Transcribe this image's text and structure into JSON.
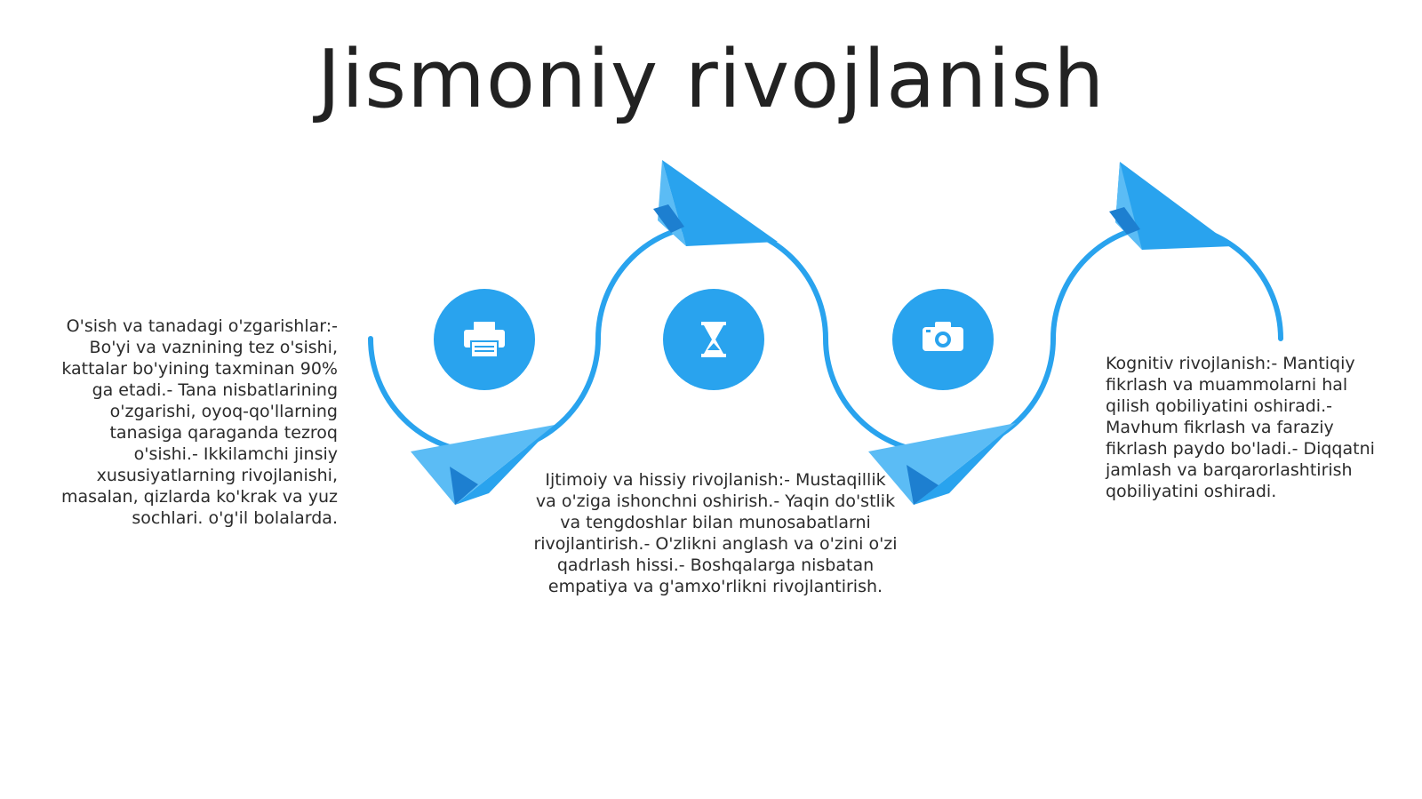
{
  "title": "Jismoniy rivojlanish",
  "colors": {
    "accent": "#29a3ee",
    "accent_dark": "#1d7fd0",
    "accent_light": "#5bbcf5",
    "text": "#2b2b2b"
  },
  "icons": [
    "printer-icon",
    "hourglass-icon",
    "camera-icon"
  ],
  "blocks": {
    "left": "O'sish va tanadagi o'zgarishlar:- Bo'yi va vaznining tez o'sishi, kattalar bo'yining taxminan 90% ga etadi.- Tana nisbatlarining o'zgarishi, oyoq-qo'llarning tanasiga qaraganda tezroq o'sishi.- Ikkilamchi jinsiy xususiyatlarning rivojlanishi, masalan, qizlarda ko'krak va yuz sochlari. o'g'il bolalarda.",
    "center": "Ijtimoiy va hissiy rivojlanish:- Mustaqillik va o'ziga ishonchni oshirish.- Yaqin do'stlik va tengdoshlar bilan munosabatlarni rivojlantirish.- O'zlikni anglash va o'zini o'zi qadrlash hissi.- Boshqalarga nisbatan empatiya va g'amxo'rlikni rivojlantirish.",
    "right": "Kognitiv rivojlanish:- Mantiqiy fikrlash va muammolarni hal qilish qobiliyatini oshiradi.- Mavhum fikrlash va faraziy fikrlash paydo bo'ladi.- Diqqatni jamlash va barqarorlashtirish qobiliyatini oshiradi."
  }
}
